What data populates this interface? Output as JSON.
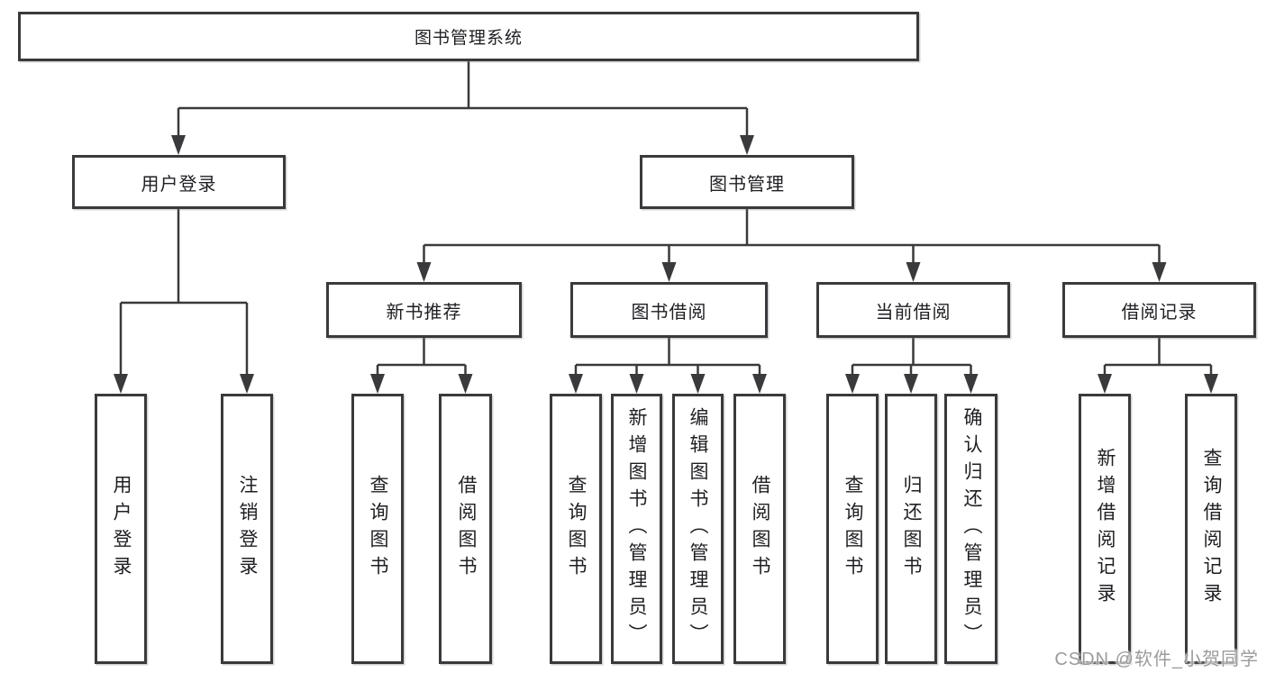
{
  "diagram_title": "图书管理系统",
  "tree": {
    "label": "图书管理系统",
    "children": [
      {
        "label": "用户登录",
        "children": [
          {
            "label": "用户登录"
          },
          {
            "label": "注销登录"
          }
        ]
      },
      {
        "label": "图书管理",
        "children": [
          {
            "label": "新书推荐",
            "children": [
              {
                "label": "查询图书"
              },
              {
                "label": "借阅图书"
              }
            ]
          },
          {
            "label": "图书借阅",
            "children": [
              {
                "label": "查询图书"
              },
              {
                "label": "新增图书（管理员）"
              },
              {
                "label": "编辑图书（管理员）"
              },
              {
                "label": "借阅图书"
              }
            ]
          },
          {
            "label": "当前借阅",
            "children": [
              {
                "label": "查询图书"
              },
              {
                "label": "归还图书"
              },
              {
                "label": "确认归还（管理员）"
              }
            ]
          },
          {
            "label": "借阅记录",
            "children": [
              {
                "label": "新增借阅记录"
              },
              {
                "label": "查询借阅记录"
              }
            ]
          }
        ]
      }
    ]
  },
  "watermark": "CSDN @软件_小贺同学",
  "colors": {
    "line": "#3a3a3d",
    "box_border": "#3a3a3d",
    "text": "#1f1f23",
    "watermark": "#9b9b9b",
    "background": "#ffffff"
  }
}
